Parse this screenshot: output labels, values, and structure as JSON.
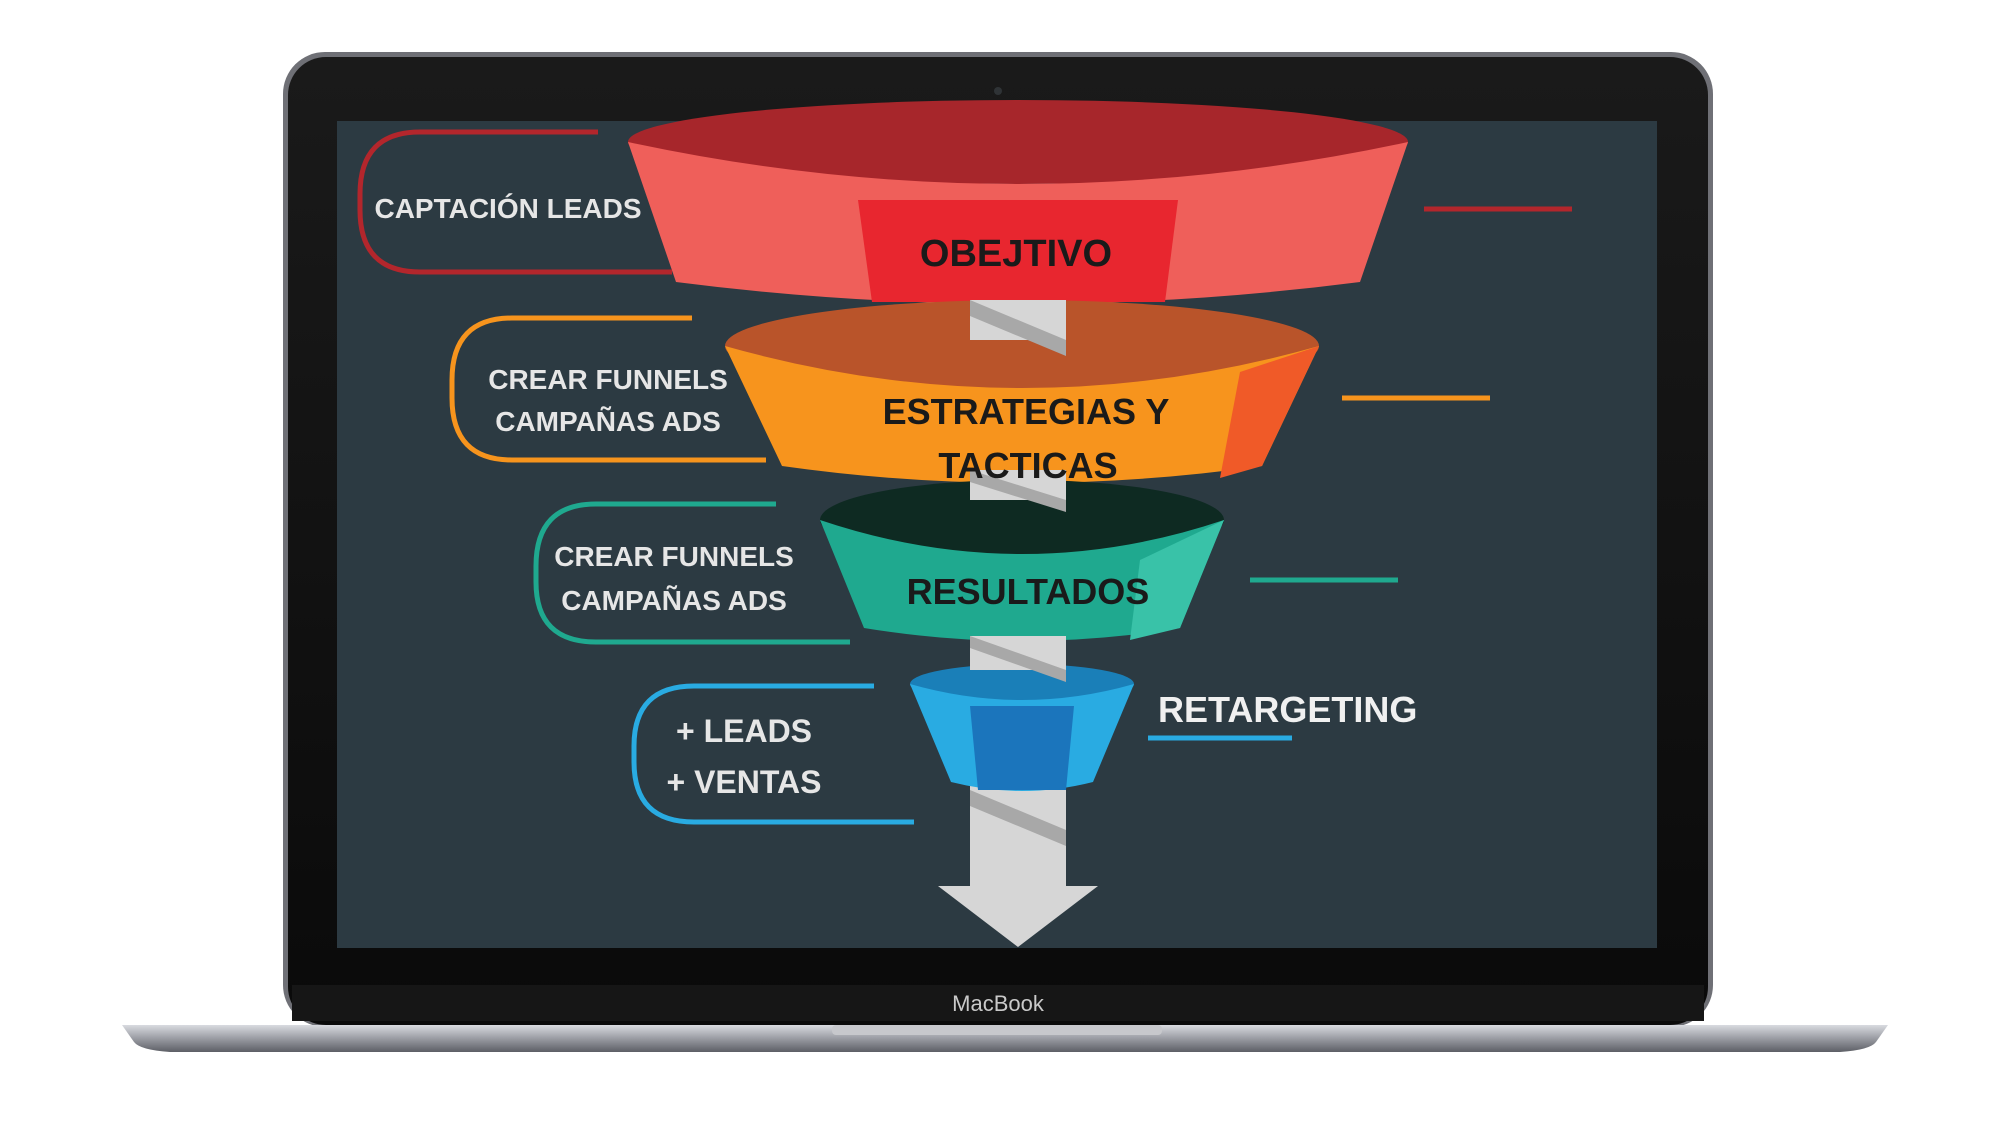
{
  "device": {
    "brand_label": "MacBook"
  },
  "funnel": {
    "stages": [
      {
        "label_lines": [
          "OBEJTIVO"
        ],
        "side_lines": [
          "CAPTACIÓN LEADS"
        ],
        "accent": "#c0272d"
      },
      {
        "label_lines": [
          "ESTRATEGIAS Y",
          "TACTICAS"
        ],
        "side_lines": [
          "CREAR FUNNELS",
          "CAMPAÑAS ADS"
        ],
        "accent": "#f7941d"
      },
      {
        "label_lines": [
          "RESULTADOS"
        ],
        "side_lines": [
          "CREAR FUNNELS",
          "CAMPAÑAS ADS"
        ],
        "accent": "#1fa98f"
      },
      {
        "label_lines": [],
        "side_lines": [
          "+ LEADS",
          "+  VENTAS"
        ],
        "accent": "#29abe2"
      }
    ],
    "retargeting_label": "RETARGETING"
  },
  "colors": {
    "screen_bg": "#2c3a42",
    "arrow": "#d6d6d6",
    "red_dark": "#a7262b",
    "red_main": "#e8262f",
    "red_light": "#ef5f5a",
    "orange_dark": "#b9542a",
    "orange_main": "#f7941d",
    "orange_light": "#f05a28",
    "teal_dark": "#0e2a22",
    "teal_main": "#1fa98f",
    "teal_light": "#39c2a8",
    "blue_dark": "#1a7fb8",
    "blue_main": "#1b75bc",
    "blue_light": "#29abe2"
  }
}
